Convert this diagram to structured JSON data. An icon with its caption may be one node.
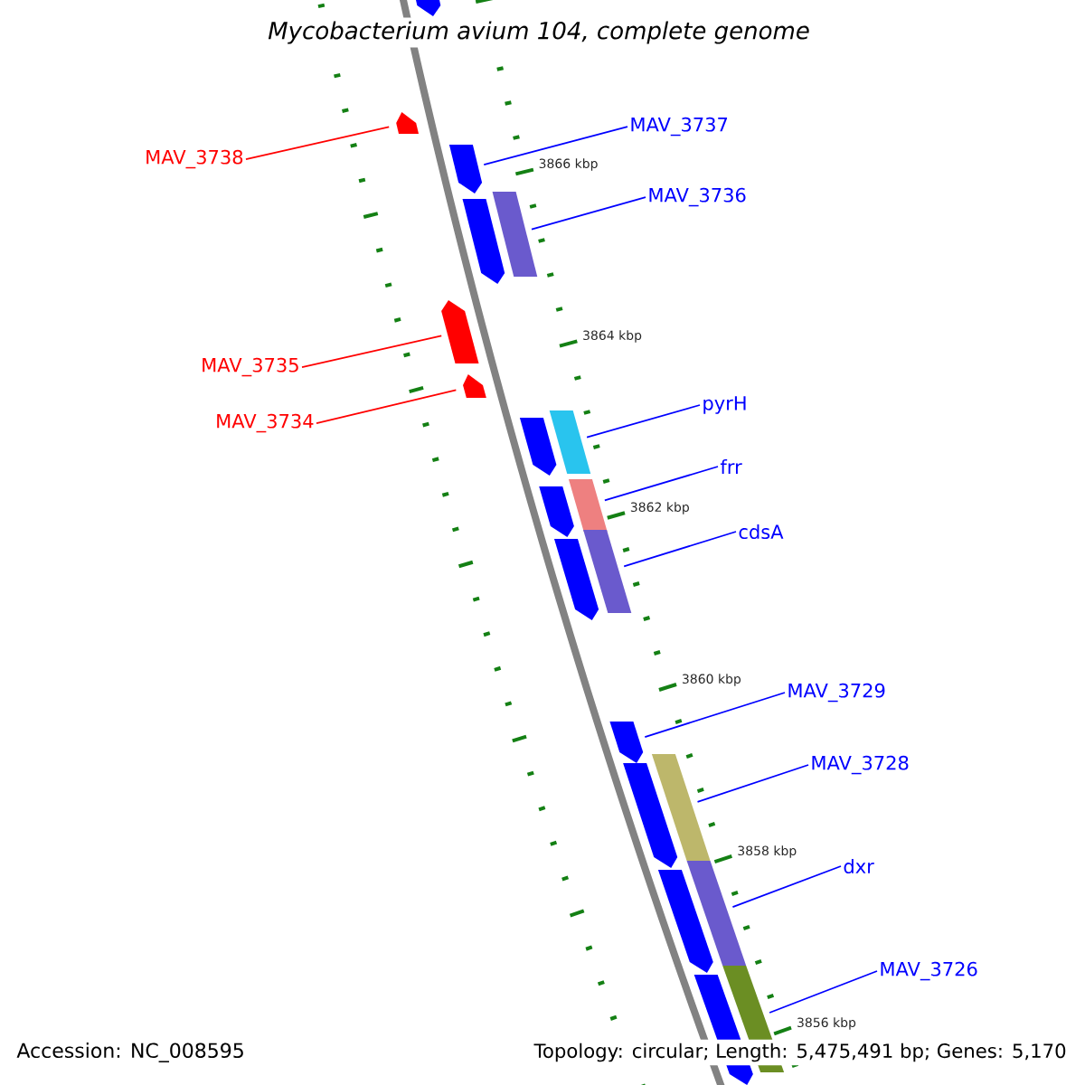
{
  "diagram": {
    "title": "Mycobacterium avium 104, complete genome",
    "nodes": [
      {
        "text": [
          "MAV_3737"
        ]
      },
      {
        "text": [
          "MAV_3738"
        ]
      },
      {
        "text": [
          "MAV_3736"
        ]
      },
      {
        "text": [
          "MAV_3735"
        ]
      },
      {
        "text": [
          "MAV_3734"
        ]
      },
      {
        "text": [
          "pyrH"
        ]
      },
      {
        "text": [
          "frr"
        ]
      },
      {
        "text": [
          "cdsA"
        ]
      },
      {
        "text": [
          "MAV_3729"
        ]
      },
      {
        "text": [
          "MAV_3728"
        ]
      },
      {
        "text": [
          "dxr"
        ]
      },
      {
        "text": [
          "MAV_3726"
        ]
      },
      {
        "text": [],
        "shape": "arrow"
      },
      {
        "text": [],
        "shape": "arrow"
      },
      {
        "text": [],
        "shape": "arrow"
      },
      {
        "text": [],
        "shape": "arrow"
      },
      {
        "text": [],
        "shape": "bar"
      },
      {
        "text": [],
        "shape": "arrow"
      },
      {
        "text": [],
        "shape": "arrow"
      },
      {
        "text": [],
        "shape": "arrow"
      },
      {
        "text": [],
        "shape": "bar"
      },
      {
        "text": [],
        "shape": "arrow"
      },
      {
        "text": [],
        "shape": "bar"
      },
      {
        "text": [],
        "shape": "arrow"
      },
      {
        "text": [],
        "shape": "bar"
      },
      {
        "text": [],
        "shape": "arrow"
      },
      {
        "text": [],
        "shape": "arrow"
      },
      {
        "text": [],
        "shape": "bar"
      },
      {
        "text": [],
        "shape": "arrow"
      },
      {
        "text": [],
        "shape": "bar"
      },
      {
        "text": [],
        "shape": "arrow"
      },
      {
        "text": [],
        "shape": "bar"
      }
    ],
    "edges": [
      {
        "from": 0,
        "to": 14,
        "arrow": "none"
      },
      {
        "from": 1,
        "to": 13,
        "arrow": "none",
        "color": "#ff0000"
      },
      {
        "from": 2,
        "to": 16,
        "arrow": "none"
      },
      {
        "from": 3,
        "to": 17,
        "arrow": "none",
        "color": "#ff0000"
      },
      {
        "from": 4,
        "to": 18,
        "arrow": "none",
        "color": "#ff0000"
      },
      {
        "from": 5,
        "to": 20,
        "arrow": "none"
      },
      {
        "from": 6,
        "to": 22,
        "arrow": "none"
      },
      {
        "from": 7,
        "to": 24,
        "arrow": "none"
      },
      {
        "from": 8,
        "to": 25,
        "arrow": "none"
      },
      {
        "from": 9,
        "to": 27,
        "arrow": "none"
      },
      {
        "from": 10,
        "to": 29,
        "arrow": "none"
      },
      {
        "from": 11,
        "to": 31,
        "arrow": "none"
      }
    ],
    "labels": [
      "3866 kbp",
      "3864 kbp",
      "3862 kbp",
      "3860 kbp",
      "3858 kbp",
      "3856 kbp",
      "Accession: NC_008595",
      "Topology: circular; Length: 5,475,491 bp; Genes: 5,170"
    ]
  }
}
